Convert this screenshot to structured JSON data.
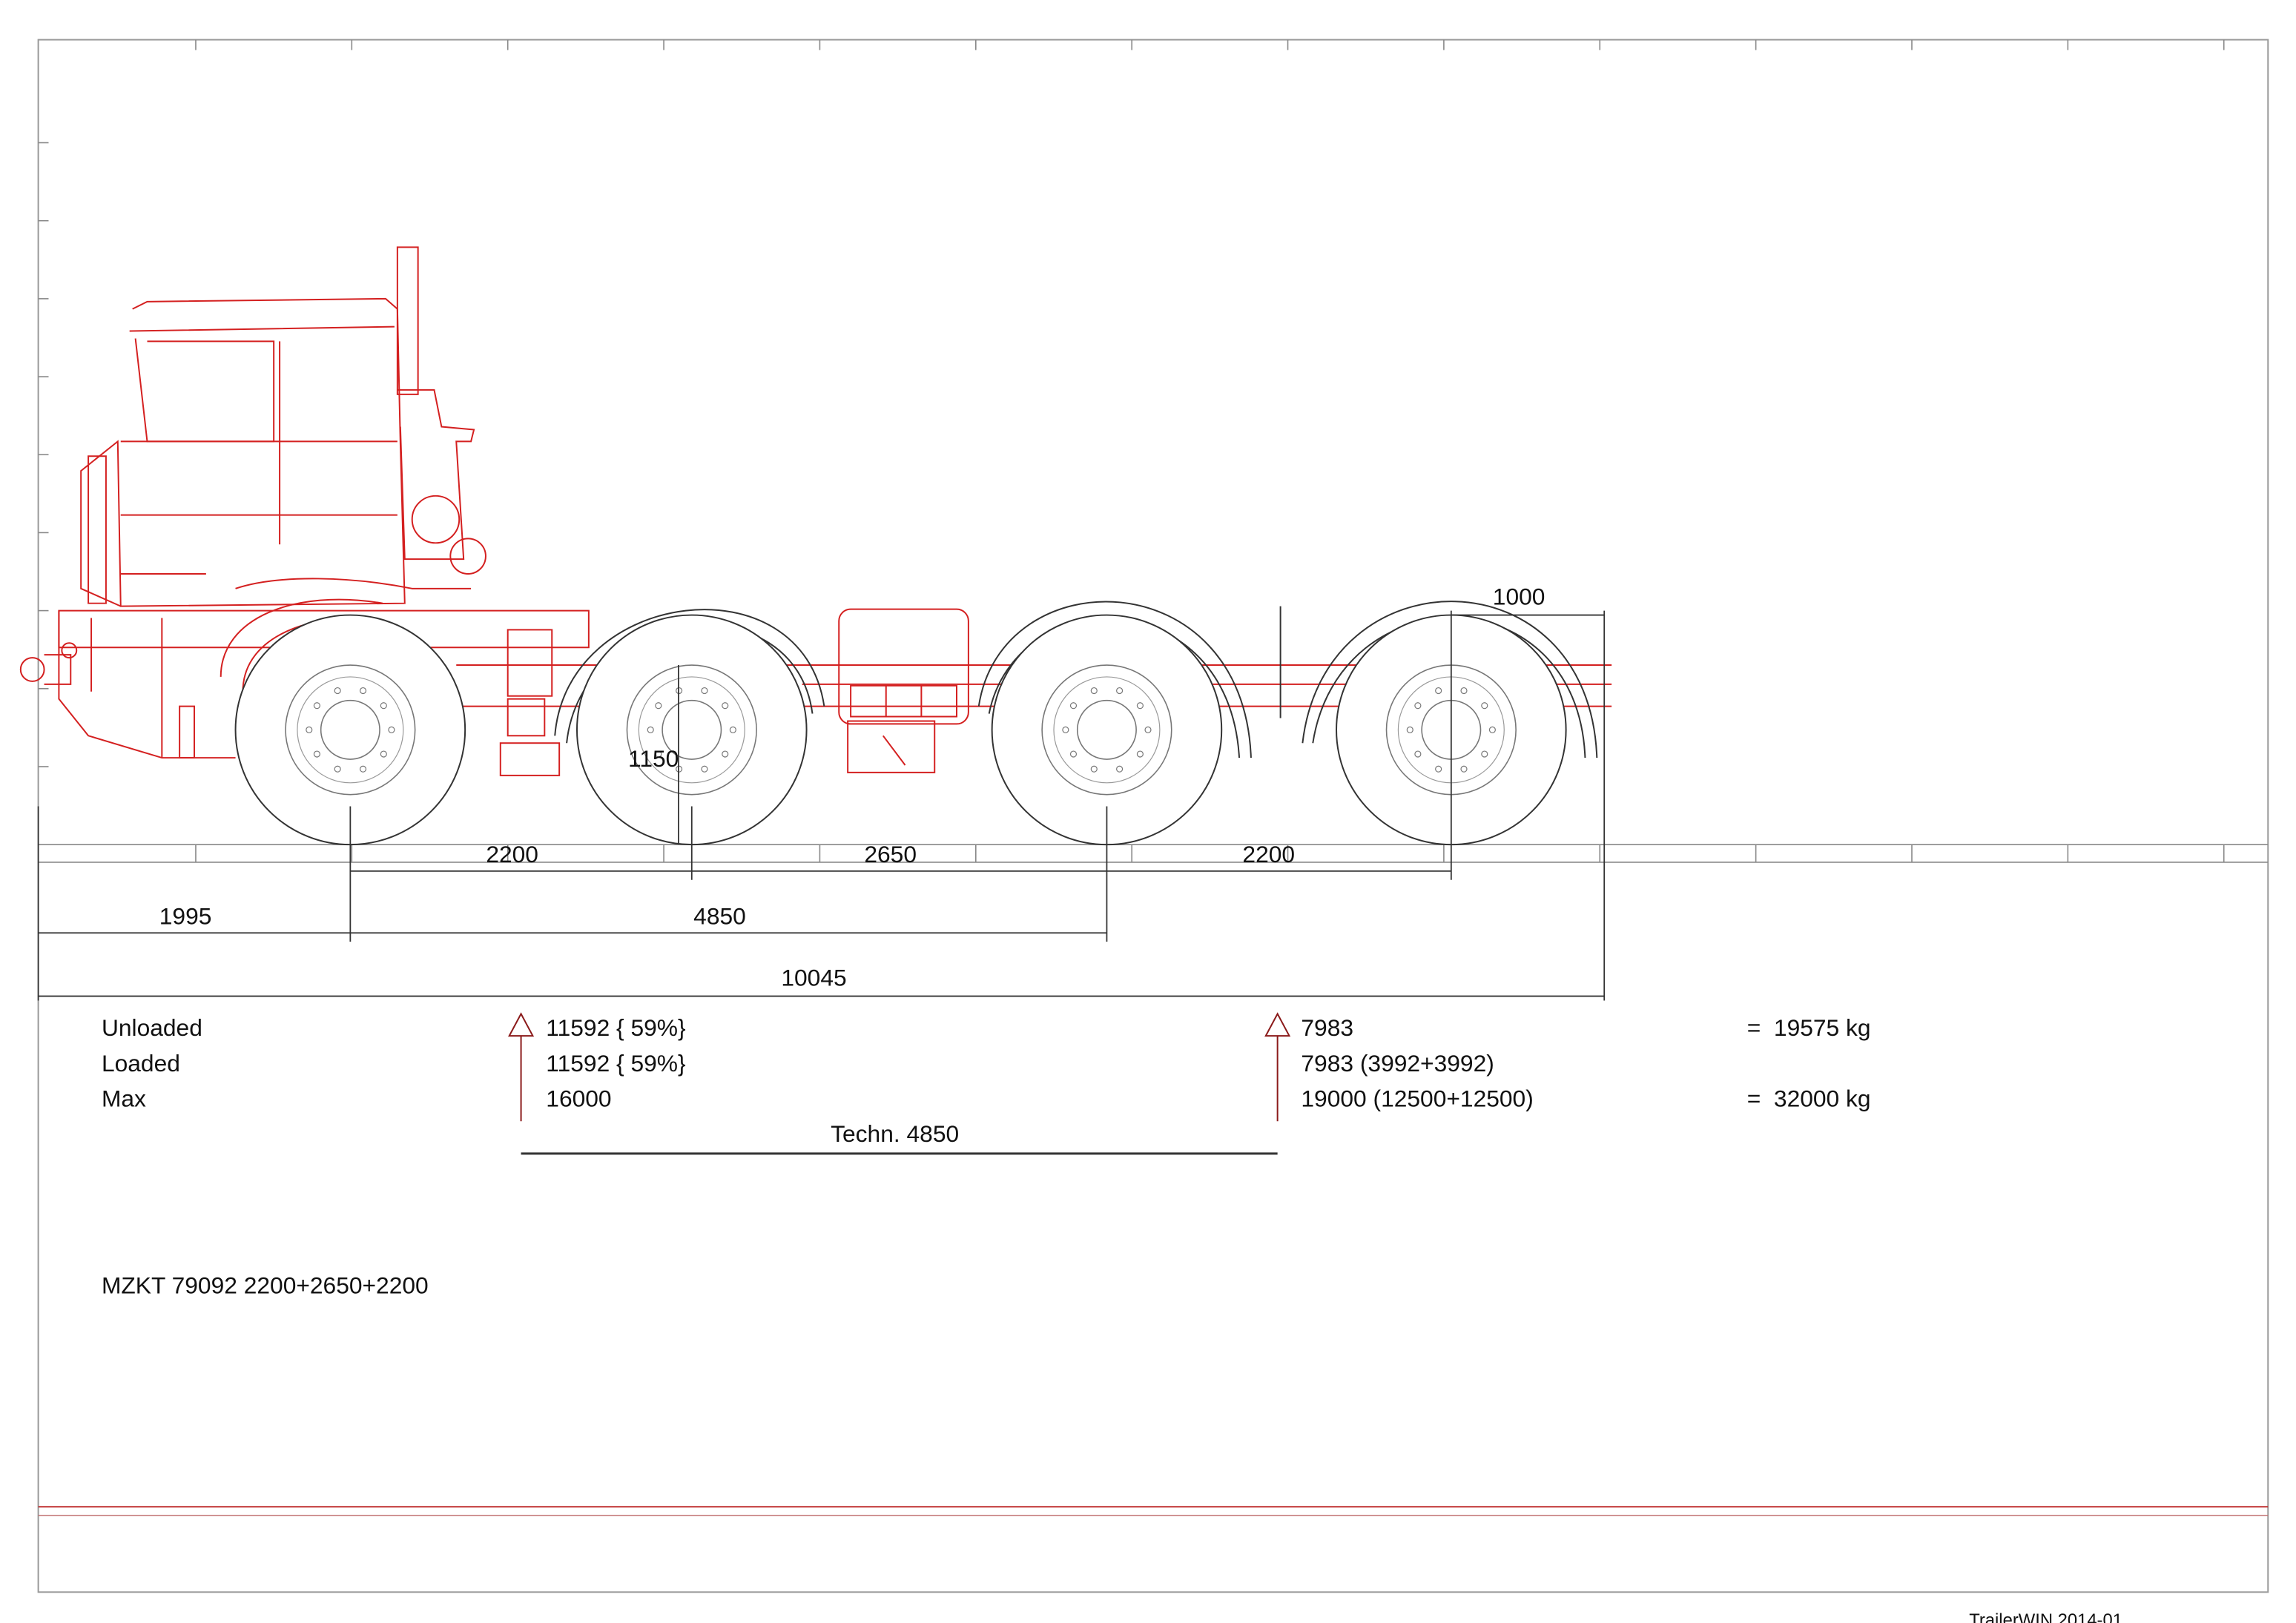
{
  "drawing": {
    "title": "MZKT 79092 2200+2650+2200",
    "footer": "TrailerWIN 2014-01",
    "colors": {
      "chassis": "#d42020",
      "wheels": "#333333",
      "arrows": "#8b1a1a"
    },
    "dimensions": {
      "axle_spacing_1": "2200",
      "axle_spacing_2": "2650",
      "axle_spacing_3": "2200",
      "front_overhang": "1995",
      "wheelbase": "4850",
      "overall_length": "10045",
      "rear_offset": "1000",
      "fifth_wheel_height": "1150",
      "technical_wheelbase": "Techn. 4850"
    },
    "loads": {
      "rows": [
        {
          "label": "Unloaded",
          "front": "11592 { 59%}",
          "rear": "7983",
          "total": "=  19575 kg"
        },
        {
          "label": "Loaded",
          "front": "11592 { 59%}",
          "rear": "7983 (3992+3992)",
          "total": ""
        },
        {
          "label": "Max",
          "front": "16000",
          "rear": "19000 (12500+12500)",
          "total": "=  32000 kg"
        }
      ]
    }
  }
}
